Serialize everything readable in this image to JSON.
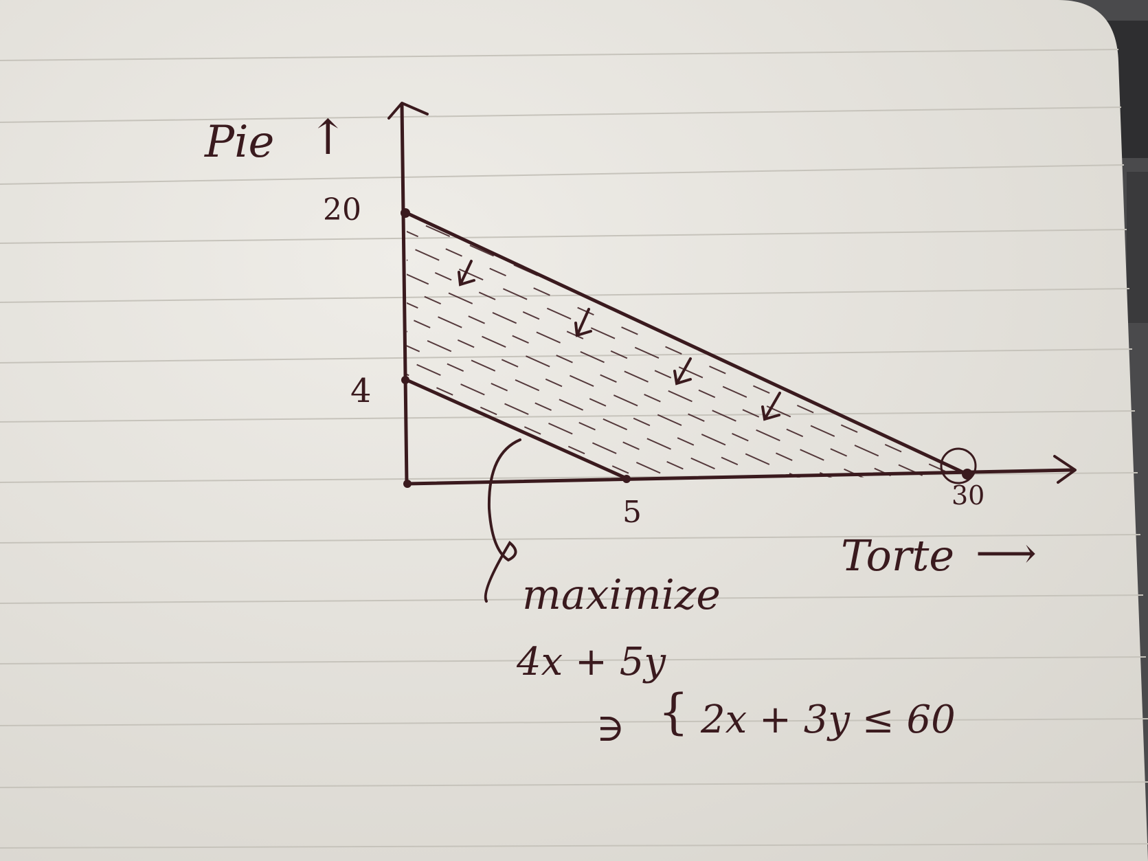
{
  "colors": {
    "paper": "#e9e7e1",
    "paper_shadow": "#d9d7d0",
    "rule_line": "#c9c6bf",
    "ink": "#3a1a1e",
    "desk": "#4a4a4c"
  },
  "diagram": {
    "y_axis_label": "Pie",
    "x_axis_label": "Torte",
    "y_ticks": [
      "20",
      "4"
    ],
    "x_ticks": [
      "5",
      "30"
    ],
    "note_maximize": "maximize",
    "note_objective": "4x + 5y",
    "note_such_that": "∋",
    "note_constraint": "2x + 3y ≤ 60"
  },
  "chart_data": {
    "type": "line",
    "xlabel": "Torte",
    "ylabel": "Pie",
    "series": [
      {
        "x": [
          0,
          30
        ],
        "y": [
          20,
          0
        ]
      },
      {
        "x": [
          0,
          5
        ],
        "y": [
          4,
          0
        ]
      }
    ],
    "feasible_region": {
      "vertices": [
        [
          0,
          20
        ],
        [
          30,
          0
        ],
        [
          5,
          0
        ],
        [
          0,
          4
        ]
      ]
    },
    "highlighted_point": [
      30,
      0
    ],
    "objective": "4x + 5y",
    "constraint": "2x + 3y ≤ 60"
  }
}
